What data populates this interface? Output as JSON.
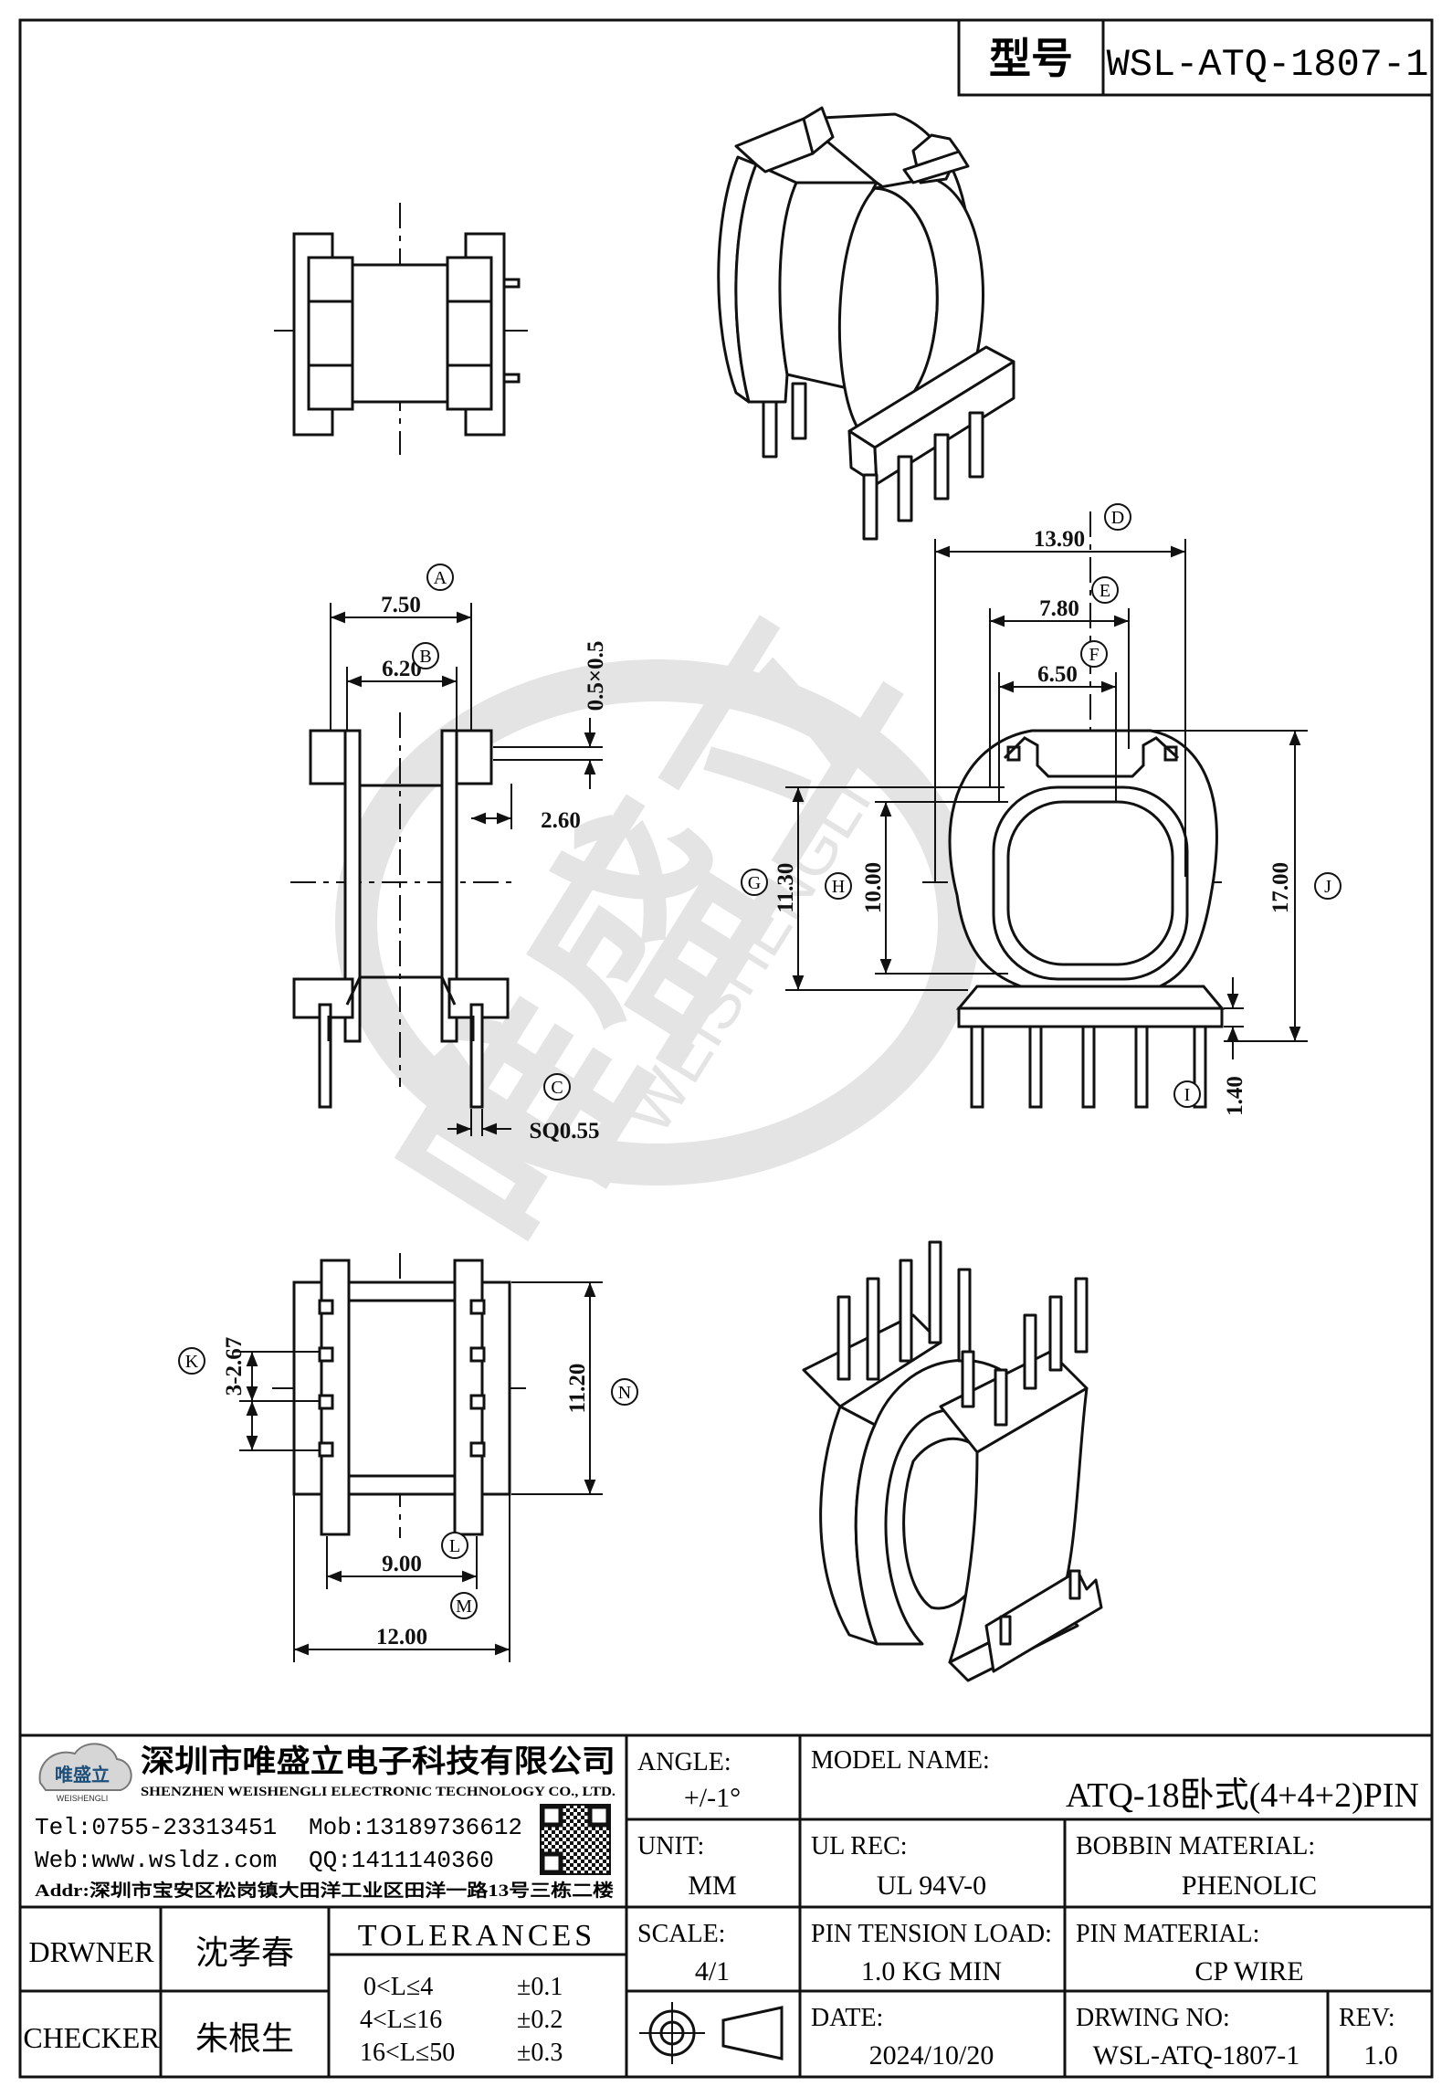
{
  "title_block_top": {
    "label": "型号",
    "value": "WSL-ATQ-1807-1"
  },
  "watermark": {
    "brand": "唯盛立",
    "romanized": "WEISHENGLI"
  },
  "dims": {
    "A": "7.50",
    "B": "6.20",
    "C": "SQ0.55",
    "D": "13.90",
    "E": "7.80",
    "F": "6.50",
    "G": "11.30",
    "H": "10.00",
    "I": "1.40",
    "J": "17.00",
    "K": "3-2.67",
    "L": "9.00",
    "M": "12.00",
    "N": "11.20",
    "pin_offset": "2.60",
    "chamfer": "0.5×0.5"
  },
  "markers": [
    "A",
    "B",
    "C",
    "D",
    "E",
    "F",
    "G",
    "H",
    "I",
    "J",
    "K",
    "L",
    "M",
    "N"
  ],
  "company": {
    "name_cn": "深圳市唯盛立电子科技有限公司",
    "name_en": "SHENZHEN WEISHENGLI ELECTRONIC TECHNOLOGY CO., LTD.",
    "logo_text": "唯盛立",
    "logo_sub": "WEISHENGLI",
    "tel": "Tel:0755-23313451",
    "mob": "Mob:13189736612",
    "web": "Web:www.wsldz.com",
    "qq": "QQ:1411140360",
    "addr": "Addr:深圳市宝安区松岗镇大田洋工业区田洋一路13号三栋二楼"
  },
  "angle": {
    "label": "ANGLE:",
    "value": "+/-1°"
  },
  "unit": {
    "label": "UNIT:",
    "value": "MM"
  },
  "scale": {
    "label": "SCALE:",
    "value": "4/1"
  },
  "model_name": {
    "label": "MODEL NAME:",
    "value": "ATQ-18卧式(4+4+2)PIN"
  },
  "ul_rec": {
    "label": "UL REC:",
    "value": "UL 94V-0"
  },
  "bobbin_material": {
    "label": "BOBBIN MATERIAL:",
    "value": "PHENOLIC"
  },
  "pin_tension": {
    "label": "PIN TENSION LOAD:",
    "value": "1.0 KG MIN"
  },
  "pin_material": {
    "label": "PIN MATERIAL:",
    "value": "CP WIRE"
  },
  "date": {
    "label": "DATE:",
    "value": "2024/10/20"
  },
  "drawing_no": {
    "label": "DRWING NO:",
    "value": "WSL-ATQ-1807-1"
  },
  "rev": {
    "label": "REV:",
    "value": "1.0"
  },
  "drawer": {
    "label": "DRWNER",
    "value": "沈孝春"
  },
  "checker": {
    "label": "CHECKER",
    "value": "朱根生"
  },
  "tolerances": {
    "title": "TOLERANCES",
    "rows": [
      {
        "range": "0<L≤4",
        "tol": "±0.1"
      },
      {
        "range": "4<L≤16",
        "tol": "±0.2"
      },
      {
        "range": "16<L≤50",
        "tol": "±0.3"
      }
    ]
  }
}
